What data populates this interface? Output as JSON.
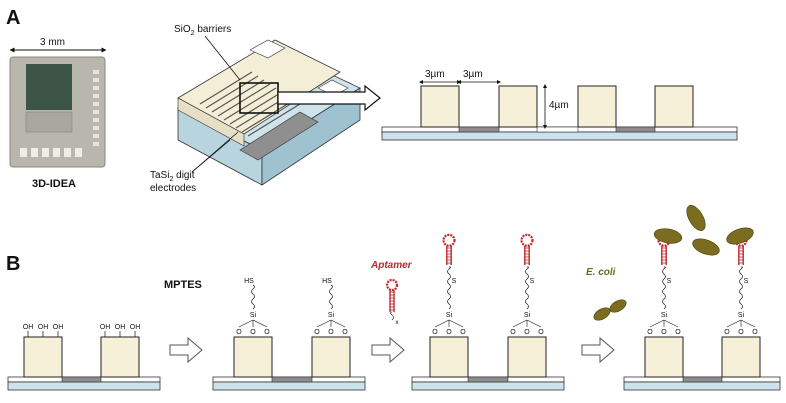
{
  "panel_a": {
    "letter": "A",
    "chip_width_label": "3 mm",
    "chip_name": "3D-IDEA",
    "sio2_label_prefix": "SiO",
    "sio2_label_sub": "2",
    "sio2_label_suffix": " barriers",
    "tasi_line1_prefix": "TaSi",
    "tasi_line1_sub": "2",
    "tasi_line1_suffix": " digit",
    "tasi_line2": "electrodes",
    "dim_width_1": "3µm",
    "dim_gap": "3µm",
    "dim_height": "4µm"
  },
  "panel_b": {
    "letter": "B",
    "step_mptes": "MPTES",
    "aptamer_label": "Aptamer",
    "ecoli_label": "E. coli",
    "oh": "OH",
    "hs": "HS",
    "si": "Si",
    "o": "O",
    "s": "S",
    "x": "x"
  },
  "colors": {
    "pillar_fill": "#f6f0d9",
    "pillar_stroke": "#222222",
    "substrate": "#cde3ec",
    "electrode": "#8c8c8c",
    "aptamer_red": "#c0262c",
    "bacteria": "#7b6d1f",
    "arrow_fill": "#ffffff"
  }
}
